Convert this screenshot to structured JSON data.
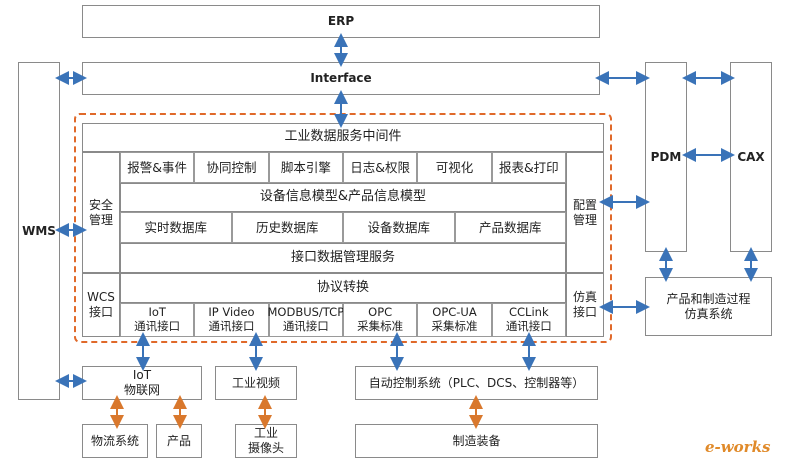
{
  "erp": "ERP",
  "interface": "Interface",
  "wms": "WMS",
  "pdm": "PDM",
  "cax": "CAX",
  "middleware_title": "工业数据服务中间件",
  "security": "安全\n管理",
  "config": "配置\n管理",
  "wcs": "WCS\n接口",
  "sim_interface": "仿真\n接口",
  "services": [
    "报警&事件",
    "协同控制",
    "脚本引擎",
    "日志&权限",
    "可视化",
    "报表&打印"
  ],
  "model_row": "设备信息模型&产品信息模型",
  "databases": [
    "实时数据库",
    "历史数据库",
    "设备数据库",
    "产品数据库"
  ],
  "interface_mgmt": "接口数据管理服务",
  "protocol": "协议转换",
  "protocols": [
    {
      "name": "IoT",
      "sub": "通讯接口"
    },
    {
      "name": "IP Video",
      "sub": "通讯接口"
    },
    {
      "name": "MODBUS/TCP",
      "sub": "通讯接口"
    },
    {
      "name": "OPC",
      "sub": "采集标准"
    },
    {
      "name": "OPC-UA",
      "sub": "采集标准"
    },
    {
      "name": "CCLink",
      "sub": "通讯接口"
    }
  ],
  "sim_system": "产品和制造过程\n仿真系统",
  "iot": {
    "name": "IoT",
    "sub": "物联网"
  },
  "industrial_video": "工业视频",
  "auto_control": "自动控制系统（PLC、DCS、控制器等）",
  "logistics": "物流系统",
  "product": "产品",
  "camera": "工业\n摄像头",
  "manufacturing": "制造装备",
  "logo": "e-works",
  "colors": {
    "arrow_blue": "#3a73b8",
    "arrow_orange": "#d9782d",
    "dash": "#e0692a"
  }
}
